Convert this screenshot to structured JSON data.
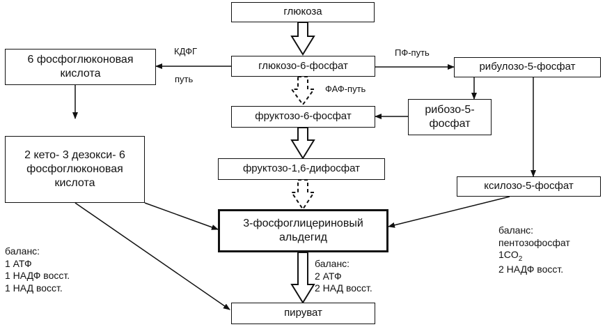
{
  "nodes": {
    "glucose": "глюкоза",
    "g6p": "глюкозо-6-фосфат",
    "phosphogluconate": "6 фосфоглюконовая кислота",
    "kdpg": "2 кето- 3 дезокси- 6 фосфоглюконовая кислота",
    "f6p": "фруктозо-6-фосфат",
    "f16dp": "фруктозо-1,6-дифосфат",
    "g3p": "3-фосфоглицериновый альдегид",
    "pyruvate": "пируват",
    "ribulose5p": "рибулозо-5-фосфат",
    "ribose5p": "рибозо-5- фосфат",
    "xylulose5p": "ксилозо-5-фосфат"
  },
  "path_labels": {
    "kdpg_top": "КДФГ",
    "kdpg_bottom": "путь",
    "pp": "ПФ-путь",
    "faf": "ФАФ-путь"
  },
  "balances": {
    "kdpg": {
      "title": "баланс:",
      "lines": [
        "1 АТФ",
        "1 НАДФ восст.",
        "1 НАД восст."
      ]
    },
    "glycolysis": {
      "title": "баланс:",
      "lines": [
        "2 АТФ",
        "2 НАД восст."
      ]
    },
    "pentose": {
      "title": "баланс:",
      "line1": "пентозофосфат",
      "co2_prefix": "1CO",
      "co2_sub": "2",
      "line3": "2 НАДФ восст."
    }
  }
}
